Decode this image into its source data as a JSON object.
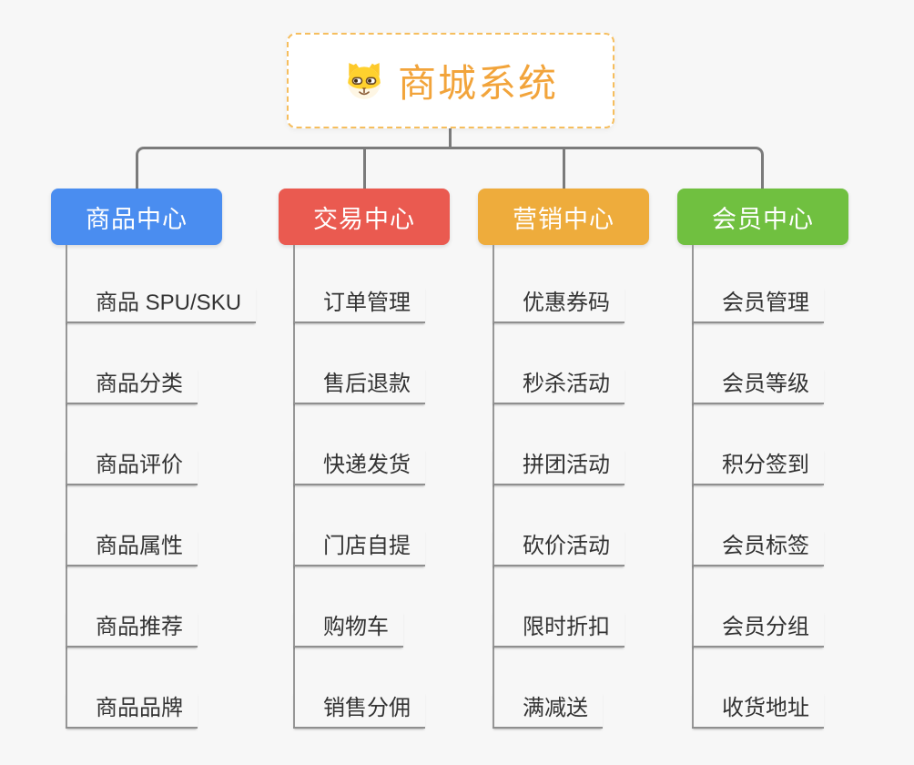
{
  "canvas": {
    "background": "#f7f7f7",
    "line_color": "#7b7b7b"
  },
  "root": {
    "title": "商城系统",
    "icon": "dog-face-icon",
    "title_color": "#f2a43b",
    "border_color": "#f6be5e"
  },
  "branches": [
    {
      "label": "商品中心",
      "color": "#4a8df0",
      "children": [
        "商品 SPU/SKU",
        "商品分类",
        "商品评价",
        "商品属性",
        "商品推荐",
        "商品品牌"
      ]
    },
    {
      "label": "交易中心",
      "color": "#ea5a50",
      "children": [
        "订单管理",
        "售后退款",
        "快递发货",
        "门店自提",
        "购物车",
        "销售分佣"
      ]
    },
    {
      "label": "营销中心",
      "color": "#eeac3c",
      "children": [
        "优惠券码",
        "秒杀活动",
        "拼团活动",
        "砍价活动",
        "限时折扣",
        "满减送"
      ]
    },
    {
      "label": "会员中心",
      "color": "#70c040",
      "children": [
        "会员管理",
        "会员等级",
        "积分签到",
        "会员标签",
        "会员分组",
        "收货地址"
      ]
    }
  ]
}
